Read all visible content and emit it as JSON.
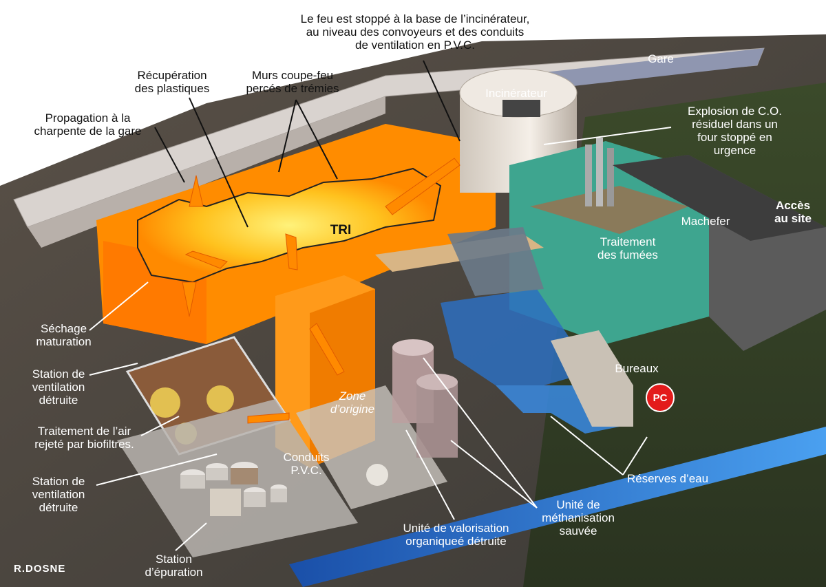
{
  "labels": {
    "fire_stopped": "Le feu est stoppé à la base de l’incinérateur,\nau niveau des convoyeurs et des conduits\nde ventilation en P.V.C.",
    "gare": "Gare",
    "incinerateur": "Incinérateur",
    "recuperation": "Récupération\ndes plastiques",
    "murs": "Murs coupe-feu\npercés de trémies",
    "propagation": "Propagation à la\ncharpente de la gare",
    "explosion": "Explosion de C.O.\nrésiduel dans un\nfour stoppé en\nurgence",
    "acces": "Accès\nau site",
    "machefer": "Machefer",
    "tri": "TRI",
    "traitement_fumees": "Traitement\ndes fumées",
    "sechage": "Séchage\nmaturation",
    "station_vent_1": "Station de\nventilation\ndétruite",
    "traitement_air": "Traitement de l’air\nrejeté par biofiltres.",
    "station_vent_2": "Station de\nventilation\ndétruite",
    "zone_origine": "Zone\nd’origine",
    "conduits": "Conduits\nP.V.C.",
    "bureaux": "Bureaux",
    "pc": "PC",
    "reserves": "Réserves d’eau",
    "methanisation": "Unité de\nméthanisation\nsauvée",
    "valorisation": "Unité de valorisation\norganiqueé détruite",
    "epuration": "Station\nd’épuration"
  },
  "credit": "R.DOSNE",
  "colors": {
    "fire": "#ff8a00",
    "fire_light": "#ffd23c",
    "building_green": "#3ea58f",
    "water": "#2f7fd6",
    "pc_red": "#e31b1b"
  }
}
